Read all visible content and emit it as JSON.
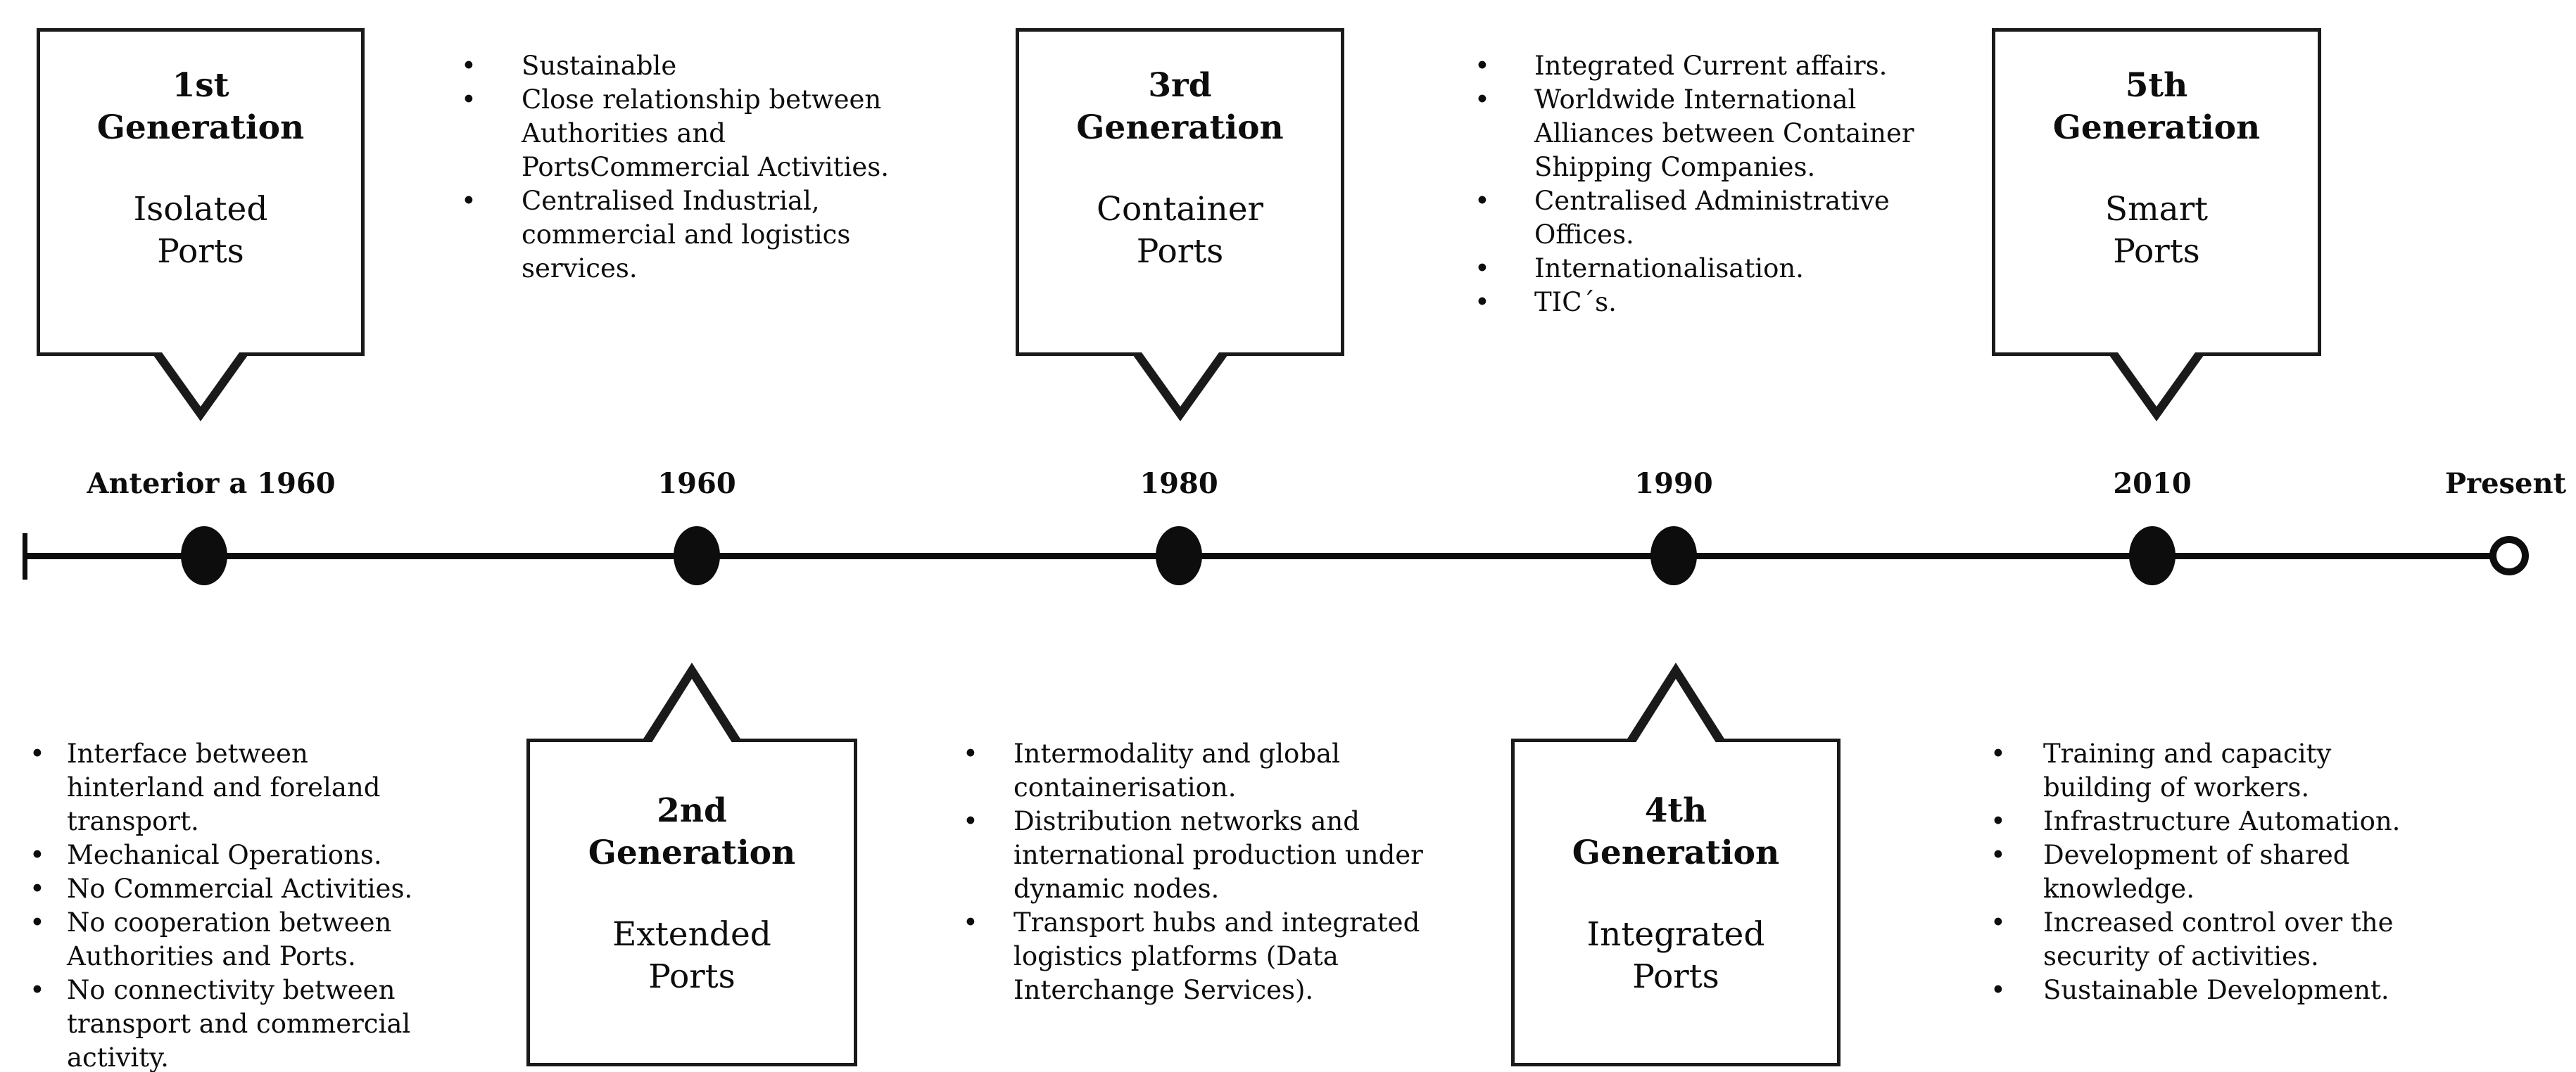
{
  "bullet_char": "•",
  "boxes": {
    "gen1": {
      "ordinal": "1st",
      "generation_word": "Generation",
      "type_line1": "Isolated",
      "type_line2": "Ports"
    },
    "gen2": {
      "ordinal": "2nd",
      "generation_word": "Generation",
      "type_line1": "Extended",
      "type_line2": "Ports"
    },
    "gen3": {
      "ordinal": "3rd",
      "generation_word": "Generation",
      "type_line1": "Container",
      "type_line2": "Ports"
    },
    "gen4": {
      "ordinal": "4th",
      "generation_word": "Generation",
      "type_line1": "Integrated",
      "type_line2": "Ports"
    },
    "gen5": {
      "ordinal": "5th",
      "generation_word": "Generation",
      "type_line1": "Smart",
      "type_line2": "Ports"
    }
  },
  "timeline": {
    "labels": [
      "Anterior a 1960",
      "1960",
      "1980",
      "1990",
      "2010",
      "Present"
    ],
    "marker_types": [
      "filled",
      "filled",
      "filled",
      "filled",
      "filled",
      "open"
    ]
  },
  "lists": {
    "top_left": {
      "items": [
        "Sustainable",
        "Close relationship between Authorities and PortsCommercial Activities.",
        "Centralised Industrial, commercial and logistics services."
      ]
    },
    "top_right": {
      "items": [
        "Integrated Current affairs.",
        "Worldwide International Alliances between Container Shipping Companies.",
        "Centralised Administrative Offices.",
        "Internationalisation.",
        "TIC´s."
      ]
    },
    "bottom_left": {
      "items": [
        "Interface between hinterland and foreland transport.",
        "Mechanical Operations.",
        "No Commercial Activities.",
        "No cooperation between Authorities and Ports.",
        "No connectivity between transport and commercial activity."
      ]
    },
    "bottom_center": {
      "items": [
        "Intermodality and global containerisation.",
        "Distribution networks and international production under dynamic nodes.",
        "Transport hubs and integrated logistics platforms (Data Interchange Services)."
      ]
    },
    "bottom_right": {
      "items": [
        "Training and capacity building of workers.",
        "Infrastructure Automation.",
        "Development of shared knowledge.",
        "Increased control over the security of activities.",
        "Sustainable Development."
      ]
    }
  },
  "colors": {
    "ink": "#0d0d0d",
    "border": "#1a1a1a",
    "background": "#ffffff"
  }
}
